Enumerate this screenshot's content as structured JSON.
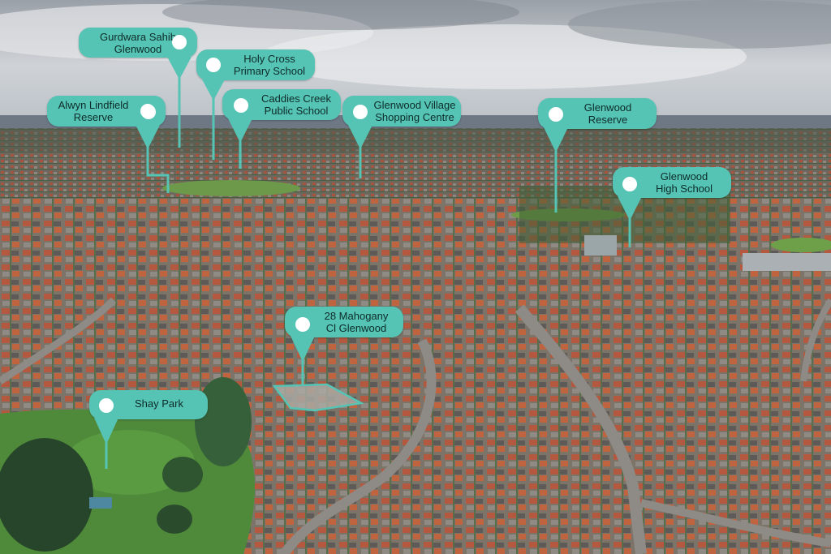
{
  "colors": {
    "marker": "#56c4b4",
    "marker_dot": "#ffffff",
    "sky": "#c9cdd2",
    "grass": "#4f8a3a"
  },
  "markers": [
    {
      "id": "gurdwara",
      "label": "Gurdwara Sahib\nGlenwood"
    },
    {
      "id": "holy-cross",
      "label": "Holy Cross\nPrimary School"
    },
    {
      "id": "alwyn",
      "label": "Alwyn Lindfield\nReserve"
    },
    {
      "id": "caddies",
      "label": "Caddies Creek\nPublic School"
    },
    {
      "id": "glenwood-village",
      "label": "Glenwood Village\nShopping Centre"
    },
    {
      "id": "glenwood-reserve",
      "label": "Glenwood\nReserve"
    },
    {
      "id": "glenwood-high",
      "label": "Glenwood\nHigh School"
    },
    {
      "id": "mahogany",
      "label": "28 Mahogany\nCl Glenwood"
    },
    {
      "id": "shay-park",
      "label": "Shay Park"
    }
  ]
}
